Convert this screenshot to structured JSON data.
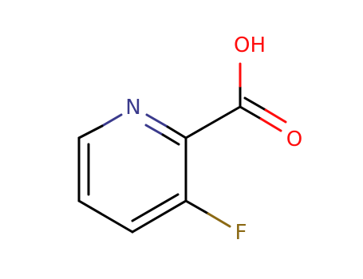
{
  "structure": {
    "atoms": {
      "nitrogen": {
        "label": "N",
        "color": "#3a3a8c"
      },
      "hydroxyl": {
        "label": "OH",
        "color": "#ff0d0d"
      },
      "carbonyl_oxygen": {
        "label": "O",
        "color": "#ff0d0d"
      },
      "fluorine": {
        "label": "F",
        "color": "#8b6914"
      }
    },
    "bond_colors": {
      "carbon": "#000000",
      "nitrogen": "#3a3a8c",
      "oxygen": "#ff0d0d",
      "fluorine": "#8b6914"
    }
  }
}
